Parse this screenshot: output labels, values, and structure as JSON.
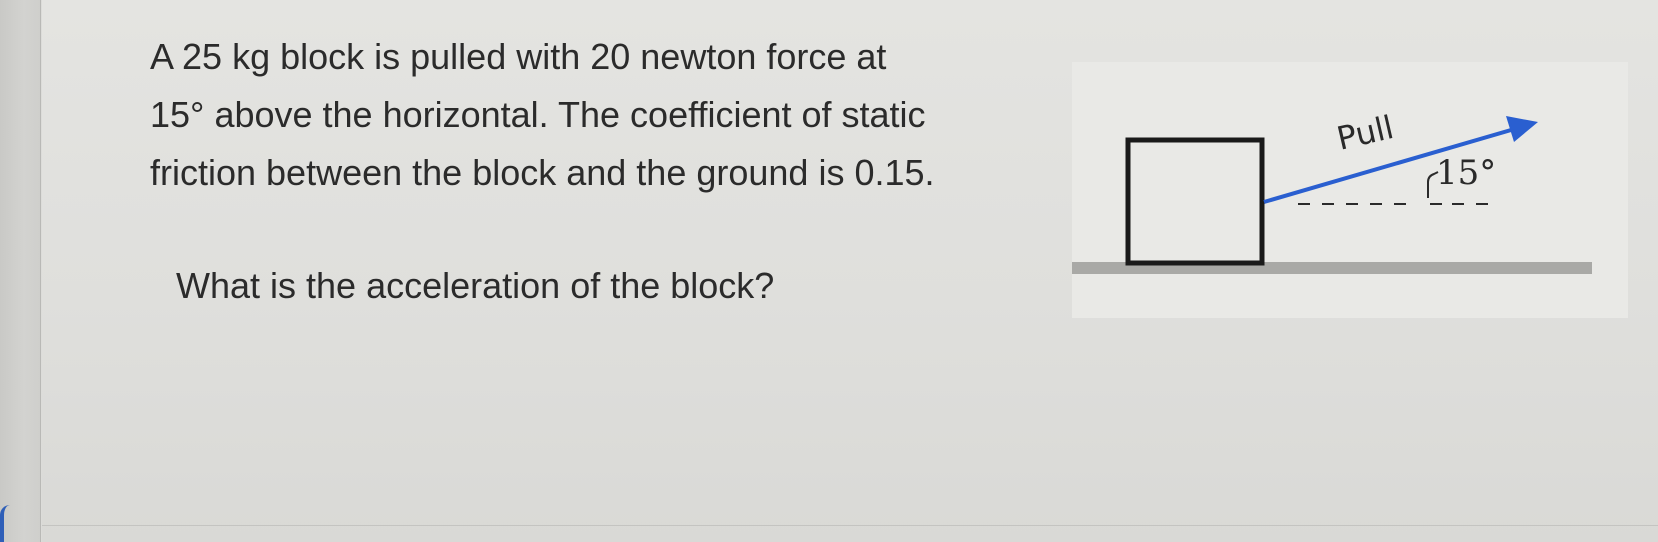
{
  "problem": {
    "lines": [
      "A 25 kg block is pulled with 20 newton force at",
      "15° above the horizontal. The coefficient of static",
      "friction between the block and the ground is 0.15."
    ],
    "question": "What is the acceleration of the block?"
  },
  "diagram": {
    "force_label": "Pull",
    "angle_label": "15°",
    "colors": {
      "arrow": "#2a5fd0",
      "block_outline": "#1a1a1a",
      "ground": "#a9a9a6",
      "text": "#2b2b2b",
      "dashes": "#2b2b2b"
    }
  }
}
